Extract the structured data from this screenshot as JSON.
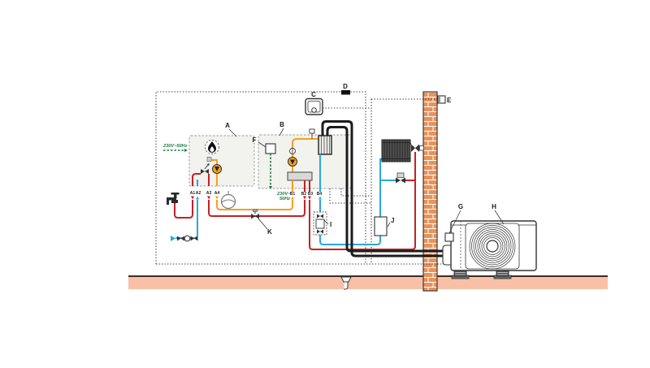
{
  "diagram": {
    "component_labels": {
      "a": "A",
      "b": "B",
      "c": "C",
      "d": "D",
      "e": "E",
      "f": "F",
      "g": "G",
      "h": "H",
      "i": "I",
      "j": "J",
      "k": "K"
    },
    "power_supply_left": "230V~50Hz",
    "power_supply_b": {
      "line1": "230V~",
      "line2": "50Hz"
    },
    "terminals_a": [
      "A1",
      "A2",
      "A3",
      "A4"
    ],
    "terminals_b": [
      "B1",
      "B2",
      "B3",
      "B4"
    ],
    "colors": {
      "hot_water_pipe": "#c42127",
      "cold_water_pipe": "#2ba7dd",
      "boiler_flow_pipe": "#f5a01e",
      "power_cable": "#1b7a44",
      "refrigerant_pipe": "#1c1c1c",
      "wall_brick": "#e8925a",
      "ground": "#f9c0a8"
    }
  }
}
